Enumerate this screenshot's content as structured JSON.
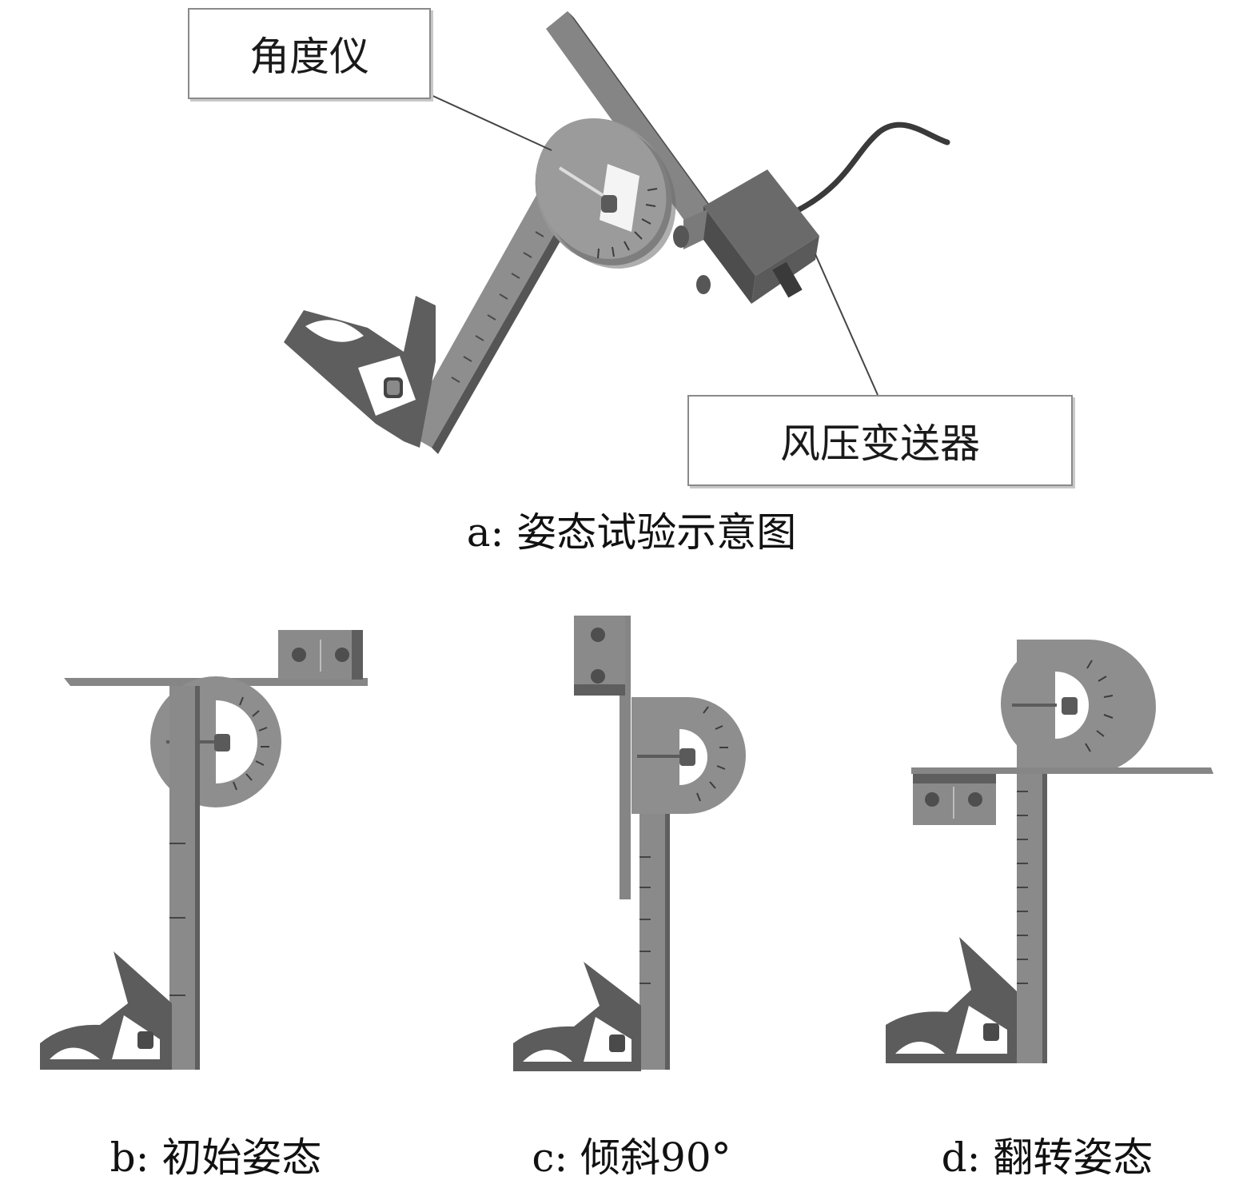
{
  "colors": {
    "body": "#8c8c8c",
    "body_dark": "#5c5c5c",
    "body_shadow": "#4a4a4a",
    "background": "#ffffff",
    "leader_line": "#444444"
  },
  "callouts": {
    "protractor": "角度仪",
    "transmitter": "风压变送器"
  },
  "captions": {
    "a": "a: 姿态试验示意图",
    "b": "b: 初始姿态",
    "c": "c: 倾斜90°",
    "d": "d: 翻转姿态"
  }
}
